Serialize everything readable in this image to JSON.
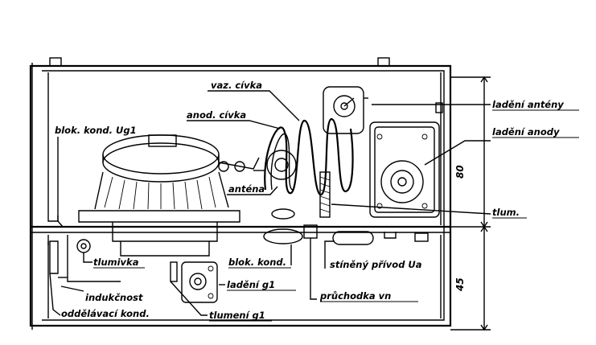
{
  "labels": {
    "vaz_civka": "vaz. cívka",
    "anod_civka": "anod. cívka",
    "ladeni_anteny": "ladění antény",
    "ladeni_anody": "ladění anody",
    "blok_kond_ug1": "blok. kond. Ug1",
    "antena": "anténa",
    "tlum": "tlum.",
    "tlumivka": "tlumivka",
    "blok_kond": "blok. kond.",
    "stineny_privod": "stíněný přívod Ua",
    "ladeni_g1": "ladění g1",
    "pruchodka": "průchodka vn",
    "indukcnost": "indukčnost",
    "oddelavaci_kond": "oddělávací kond.",
    "tlumeni_g1": "tlumení g1"
  },
  "dimensions": {
    "upper": "80",
    "lower": "45"
  }
}
